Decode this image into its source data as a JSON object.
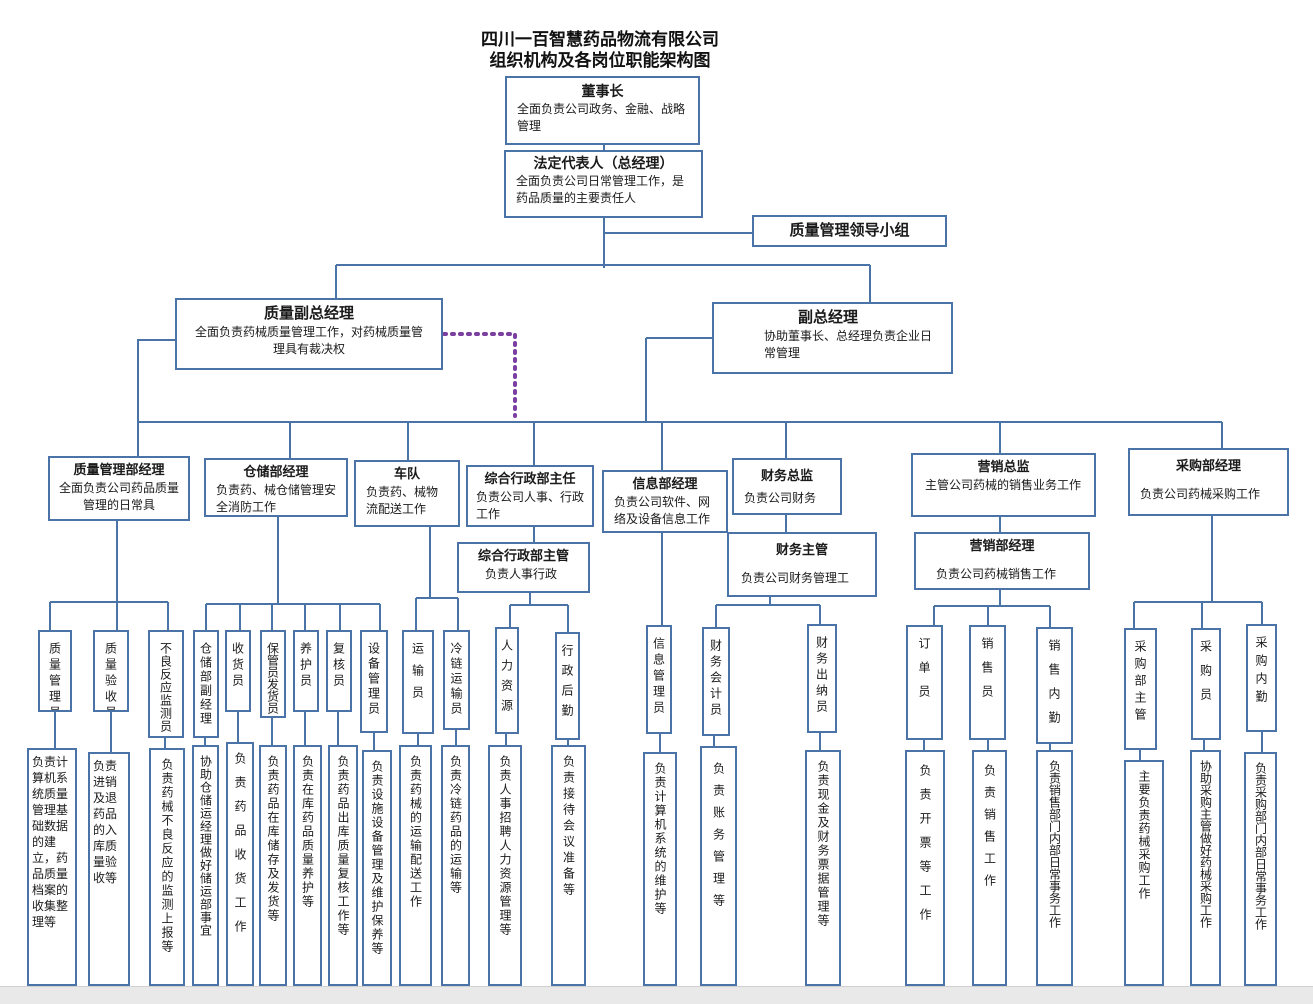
{
  "title": {
    "line1": "四川一百智慧药品物流有限公司",
    "line2": "组织机构及各岗位职能架构图"
  },
  "top": {
    "chairman": {
      "title": "董事长",
      "desc": "全面负责公司政务、金融、战略管理"
    },
    "gm": {
      "title": "法定代表人（总经理）",
      "desc": "全面负责公司日常管理工作，是药品质量的主要责任人"
    },
    "qa_group": {
      "title": "质量管理领导小组"
    },
    "quality_vp": {
      "title": "质量副总经理",
      "desc": "全面负责药械质量管理工作，对药械质量管理具有裁决权"
    },
    "vp": {
      "title": "副总经理",
      "desc": "协助董事长、总经理负责企业日常管理"
    }
  },
  "depts": {
    "qm": {
      "title": "质量管理部经理",
      "desc": "全面负责公司药品质量管理的日常具"
    },
    "wh": {
      "title": "仓储部经理",
      "desc": "负责药、械仓储管理安全消防工作"
    },
    "fleet": {
      "title": "车队",
      "desc": "负责药、械物流配送工作"
    },
    "admin": {
      "title": "综合行政部主任",
      "desc": "负责公司人事、行政工作"
    },
    "admin_sub": {
      "title": "综合行政部主管",
      "desc": "负责人事行政"
    },
    "info": {
      "title": "信息部经理",
      "desc": "负责公司软件、网络及设备信息工作"
    },
    "fin_dir": {
      "title": "财务总监",
      "desc": "负责公司财务"
    },
    "fin_sup": {
      "title": "财务主管",
      "desc": "负责公司财务管理工"
    },
    "sales_dir": {
      "title": "营销总监",
      "desc": "主管公司药械的销售业务工作"
    },
    "sales_mgr": {
      "title": "营销部经理",
      "desc": "负责公司药械销售工作"
    },
    "purchase": {
      "title": "采购部经理",
      "desc": "负责公司药械采购工作"
    }
  },
  "positions": [
    {
      "name": "质量管理员",
      "desc": "负责计算机系统质量管理基础数据的建立，药品质量档案的收集整理等"
    },
    {
      "name": "质量验收员",
      "desc": "负责进销及退药品的入库质量验收等"
    },
    {
      "name": "不良反应监测员",
      "desc": "负责药械不良反应的监测上报等"
    },
    {
      "name": "仓储部副经理",
      "desc": "协助仓储运经理做好储运部事宜"
    },
    {
      "name": "收货员",
      "desc": "负责药品收货工作"
    },
    {
      "name": "保管员发货员",
      "desc": "负责药品在库储存及发货等"
    },
    {
      "name": "养护员",
      "desc": "负责在库药品质量养护等"
    },
    {
      "name": "复核员",
      "desc": "负责药品出库质量复核工作等"
    },
    {
      "name": "设备管理员",
      "desc": "负责设施设备管理及维护保养等"
    },
    {
      "name": "运输员",
      "desc": "负责药械的运输配送工作"
    },
    {
      "name": "冷链运输员",
      "desc": "负责冷链药品的运输等"
    },
    {
      "name": "人力资源",
      "desc": "负责人事招聘人力资源管理等"
    },
    {
      "name": "行政后勤",
      "desc": "负责接待会议准备等"
    },
    {
      "name": "信息管理员",
      "desc": "负责计算机系统的维护等"
    },
    {
      "name": "财务会计员",
      "desc": "负责账务管理等"
    },
    {
      "name": "财务出纳员",
      "desc": "负责现金及财务票据管理等"
    },
    {
      "name": "订单员",
      "desc": "负责开票等工作"
    },
    {
      "name": "销售员",
      "desc": "负责销售工作"
    },
    {
      "name": "销售内勤",
      "desc": "负责销售部门内部日常事务工作"
    },
    {
      "name": "采购部主管",
      "desc": "主要负责药械采购工作"
    },
    {
      "name": "采购员",
      "desc": "协助采购主管做好药械采购工作"
    },
    {
      "name": "采购内勤",
      "desc": "负责采购部门内部日常事务工作"
    }
  ],
  "colors": {
    "border": "#4a73a8",
    "line": "#4a73a8",
    "dotted": "#7b3fa0"
  }
}
